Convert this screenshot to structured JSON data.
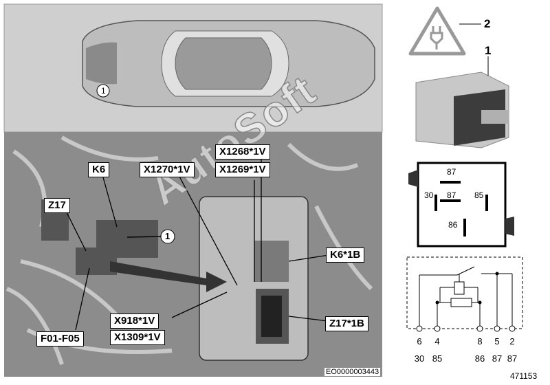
{
  "labels": {
    "k6": "K6",
    "z17": "Z17",
    "f01_f05": "F01-F05",
    "x1268": "X1268*1V",
    "x1269": "X1269*1V",
    "x1270": "X1270*1V",
    "k6_1b": "K6*1B",
    "z17_1b": "Z17*1B",
    "x918": "X918*1V",
    "x1309": "X1309*1V"
  },
  "callouts": {
    "car_position": "1",
    "engine_position": "1",
    "relay_item": "1",
    "warning_item": "2"
  },
  "relay_face_pins": {
    "top": "87",
    "left": "30",
    "center": "87",
    "right": "85",
    "bottom": "86"
  },
  "schematic": {
    "terminals": [
      "6",
      "4",
      "8",
      "5",
      "2"
    ],
    "designations": [
      "30",
      "85",
      "86",
      "87",
      "87"
    ]
  },
  "watermark": "AutoSoft",
  "image_code": "EO0000003443",
  "figure_number": "471153"
}
